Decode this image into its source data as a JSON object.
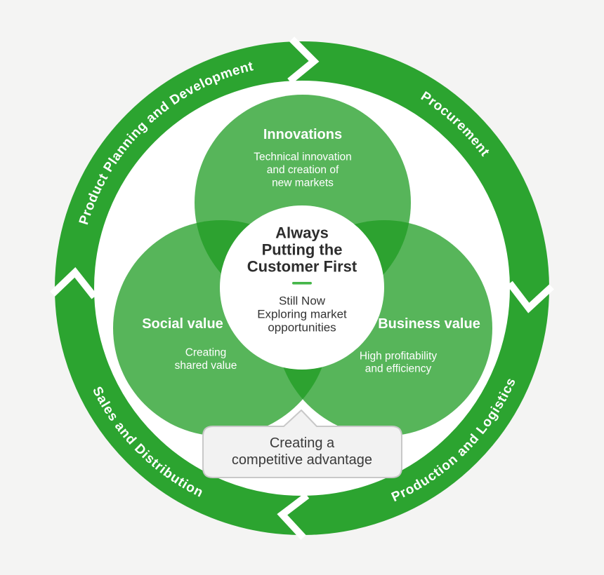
{
  "diagram": {
    "colors": {
      "background": "#f4f4f3",
      "ring_green": "#2ca430",
      "venn_green": "#1f9c23",
      "divider_green": "#45b649",
      "callout_bg": "#f2f2f2",
      "callout_border": "#c8c8c8",
      "white": "#ffffff",
      "title_text": "#2d2d2d",
      "body_text": "#333333"
    },
    "ring": {
      "labels": {
        "top_left": "Product Planning and Development",
        "top_right": "Procurement",
        "bottom_right": "Production and Logistics",
        "bottom_left": "Sales and Distribution"
      }
    },
    "venn": {
      "innovations": {
        "title": "Innovations",
        "lines": [
          "Technical innovation",
          "and creation of",
          "new markets"
        ]
      },
      "social": {
        "title": "Social value",
        "lines": [
          "Creating",
          "shared value"
        ]
      },
      "business": {
        "title": "Business value",
        "lines": [
          "High profitability",
          "and efficiency"
        ]
      }
    },
    "center": {
      "title_lines": [
        "Always",
        "Putting the",
        "Customer First"
      ],
      "subtitle_lines": [
        "Still Now",
        "Exploring market",
        "opportunities"
      ]
    },
    "callout": {
      "lines": [
        "Creating a",
        "competitive advantage"
      ]
    }
  }
}
